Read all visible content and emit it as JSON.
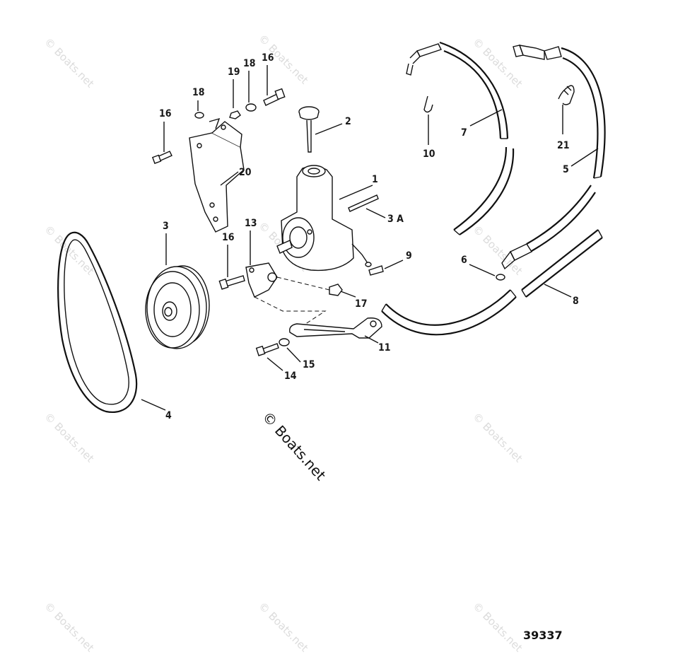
{
  "callouts": {
    "c1": "1",
    "c2": "2",
    "c3": "3",
    "c3a": "3 A",
    "c4": "4",
    "c5": "5",
    "c6": "6",
    "c7": "7",
    "c8": "8",
    "c9": "9",
    "c10": "10",
    "c11": "11",
    "c13": "13",
    "c14": "14",
    "c15": "15",
    "c16a": "16",
    "c16b": "16",
    "c16c": "16",
    "c17": "17",
    "c18a": "18",
    "c18b": "18",
    "c19": "19",
    "c20": "20",
    "c21": "21"
  },
  "watermark": {
    "small": "© Boats.net",
    "large": "© Boats.net"
  },
  "figure_number": "39337"
}
